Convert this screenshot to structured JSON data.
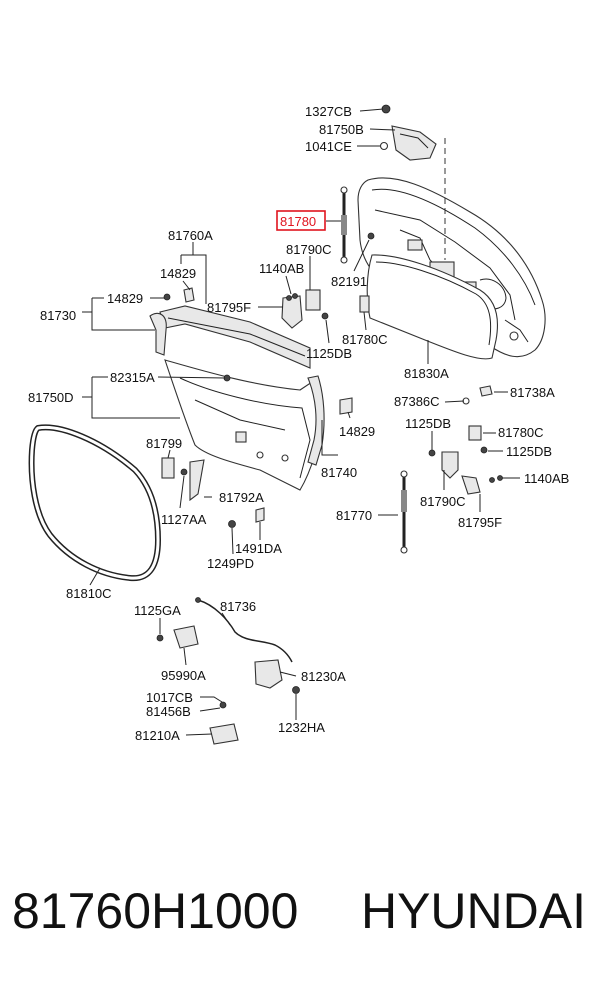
{
  "labels": {
    "l1327CB": "1327CB",
    "l81750B": "81750B",
    "l1041CE": "1041CE",
    "l81780": "81780",
    "l81760A": "81760A",
    "l81790C_top": "81790C",
    "l1140AB_top": "1140AB",
    "l14829_a": "14829",
    "l82191": "82191",
    "l14829_b": "14829",
    "l81730": "81730",
    "l81795F_top": "81795F",
    "l81780C_top": "81780C",
    "l1125DB_top": "1125DB",
    "l81830A": "81830A",
    "l82315A": "82315A",
    "l81750D": "81750D",
    "l87386C": "87386C",
    "l81738A": "81738A",
    "l14829_c": "14829",
    "l1125DB_mid": "1125DB",
    "l81780C_mid": "81780C",
    "l1125DB_mid2": "1125DB",
    "l81799": "81799",
    "l81740": "81740",
    "l1140AB_mid": "1140AB",
    "l81790C_mid": "81790C",
    "l81792A": "81792A",
    "l81795F_mid": "81795F",
    "l1127AA": "1127AA",
    "l81770": "81770",
    "l1491DA": "1491DA",
    "l1249PD": "1249PD",
    "l81810C": "81810C",
    "l1125GA": "1125GA",
    "l81736": "81736",
    "l95990A": "95990A",
    "l81230A": "81230A",
    "l1017CB": "1017CB",
    "l81456B": "81456B",
    "l1232HA": "1232HA",
    "l81210A": "81210A"
  },
  "highlight_color": "#e0141e",
  "caption": {
    "part_number": "81760H1000",
    "brand": "HYUNDAI"
  }
}
